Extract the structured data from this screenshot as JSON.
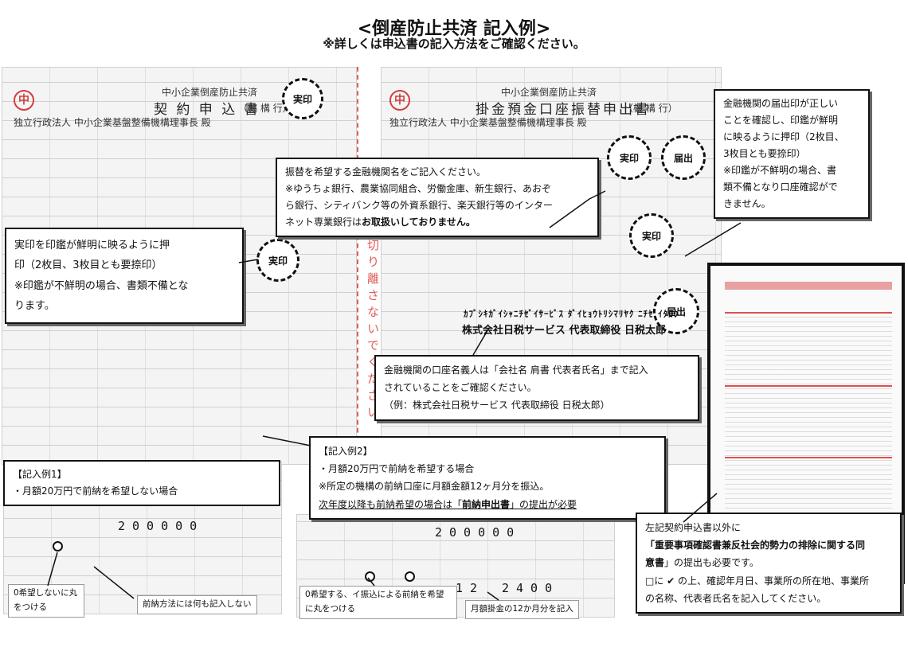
{
  "title": "<倒産防止共済 記入例>",
  "subtitle": "※詳しくは申込書の記入方法をご確認ください。",
  "forms": {
    "contract": {
      "org_title": "中小企業倒産防止共済",
      "title": "契 約 申 込 書",
      "addressee": "独立行政法人 中小企業基盤整備機構理事長 殿",
      "mark": "中",
      "handling": "（機 構 行）"
    },
    "debit": {
      "org_title": "中小企業倒産防止共済",
      "title": "掛金預金口座振替申出書",
      "addressee": "独立行政法人 中小企業基盤整備機構理事長 殿",
      "mark": "中",
      "handling": "（機 構 行）",
      "holder_kana": "ｶﾌﾞｼｷｶﾞｲｼｬﾆﾁｾﾞｲｻｰﾋﾞｽ ﾀﾞｲﾋｮｳﾄﾘｼﾏﾘﾔｸ ﾆﾁｾﾞｲﾀﾛｳ",
      "holder_name": "株式会社日税サービス 代表取締役 日税太郎"
    },
    "vertical_notice": "切り離さないでください"
  },
  "stamps": {
    "jitsuin": "実印",
    "todokede": "届出"
  },
  "callouts": {
    "bank_name": {
      "lines": [
        "振替を希望する金融機関名をご記入ください。",
        "※ゆうちょ銀行、農業協同組合、労働金庫、新生銀行、あおぞ",
        "ら銀行、シティバンク等の外資系銀行、楽天銀行等のインター"
      ],
      "line4_plain": "ネット専業銀行は",
      "line4_bold": "お取扱いしておりません。"
    },
    "bank_seal": {
      "lines": [
        "金融機関の届出印が正しい",
        "ことを確認し、印鑑が鮮明",
        "に映るように押印（2枚目、",
        "3枚目とも要捺印）",
        "※印鑑が不鮮明の場合、書",
        "類不備となり口座確認がで",
        "きません。"
      ]
    },
    "seal": {
      "lines": [
        "実印を印鑑が鮮明に映るように押",
        "印（2枚目、3枚目とも要捺印）",
        "※印鑑が不鮮明の場合、書類不備とな",
        "ります。"
      ]
    },
    "account_holder": {
      "lines": [
        "金融機関の口座名義人は「会社名 肩書 代表者氏名」まで記入",
        "されていることをご確認ください。",
        "（例：株式会社日税サービス 代表取締役 日税太郎）"
      ]
    },
    "example2": {
      "heading": "【記入例2】",
      "line1": "・月額20万円で前納を希望する場合",
      "line2": "※所定の機構の前納口座に月額金額12ヶ月分を振込。",
      "line3_pre": "次年度以降も前納希望の場合は「",
      "line3_bold": "前納申出書",
      "line3_post": "」の提出が必要"
    },
    "example1": {
      "heading": "【記入例1】",
      "line1": "・月額20万円で前納を希望しない場合"
    },
    "other_docs": {
      "line1": "左記契約申込書以外に",
      "line2": "「重要事項確認書兼反社会的勢力の排除に関する同",
      "line3_bold": "意書",
      "line3_post": "」の提出も必要です。",
      "line4": "□に ✔ の上、確認年月日、事業所の所在地、事業所",
      "line5": "の名称、代表者氏名を記入してください。"
    }
  },
  "examples": {
    "monthly_amount_1": "200000",
    "monthly_amount_2": "200000",
    "months": "12",
    "prepay_amount": "2400"
  },
  "labels": {
    "no_prepay_circle": "0希望しないに丸\nをつける",
    "method_blank": "前納方法には何も記入しない",
    "prepay_circle": "0希望する、イ振込による前納を希望\nに丸をつける",
    "twelve_months": "月額掛金の12か月分を記入"
  }
}
